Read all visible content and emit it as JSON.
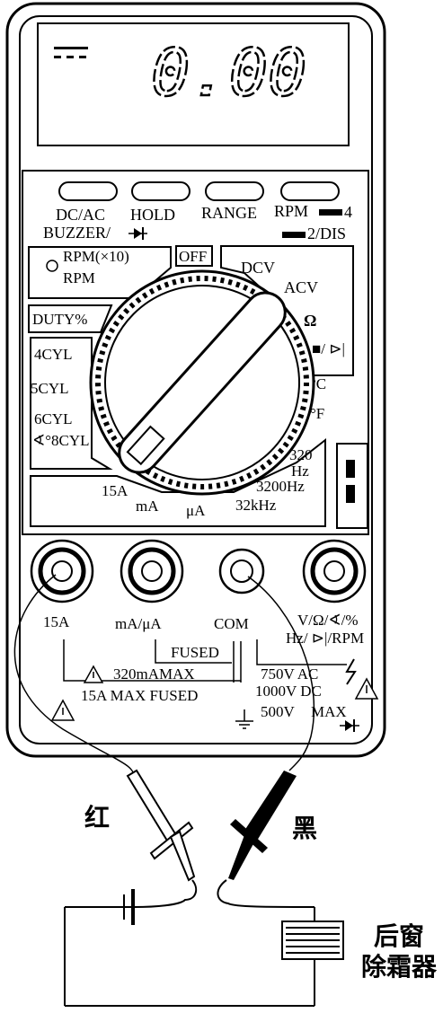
{
  "display": {
    "reading": "0.00"
  },
  "buttons": [
    {
      "label": "DC/AC"
    },
    {
      "label": "HOLD"
    },
    {
      "label": "RANGE"
    },
    {
      "label": "RPM"
    }
  ],
  "button_sub_labels": {
    "rpm_4": "4",
    "buzzer": "BUZZER/",
    "dis": "2/DIS"
  },
  "dial_labels": {
    "rpm_x10": "RPM(×10)",
    "rpm": "RPM",
    "off": "OFF",
    "duty": "DUTY%",
    "cyl4": "4CYL",
    "cyl5": "5CYL",
    "cyl6": "6CYL",
    "cyl8": "∢°8CYL",
    "dcv": "DCV",
    "acv": "ACV",
    "ohm": "Ω",
    "diode": "■/ ⊳|",
    "degc": "°C",
    "degf": "°F",
    "hz320a": "320",
    "hz320b": "Hz",
    "hz3200": "3200Hz",
    "khz32": "32kHz",
    "a15": "15A",
    "ma": "mA",
    "ua": "μA"
  },
  "jacks": {
    "a15": "15A",
    "ma_ua": "mA/μA",
    "com": "COM",
    "volt_a": "V/Ω/∢/%",
    "volt_b": "Hz/  ⊳|/RPM"
  },
  "warnings": {
    "fused": "FUSED",
    "ma_max": "320mAMAX",
    "a15_max": "15A MAX  FUSED",
    "ac750": "750V AC",
    "dc1000": "1000V DC",
    "v500": "500V",
    "max": "MAX"
  },
  "probes": {
    "red": "红",
    "black": "黑"
  },
  "load": {
    "line1": "后窗",
    "line2": "除霜器"
  }
}
